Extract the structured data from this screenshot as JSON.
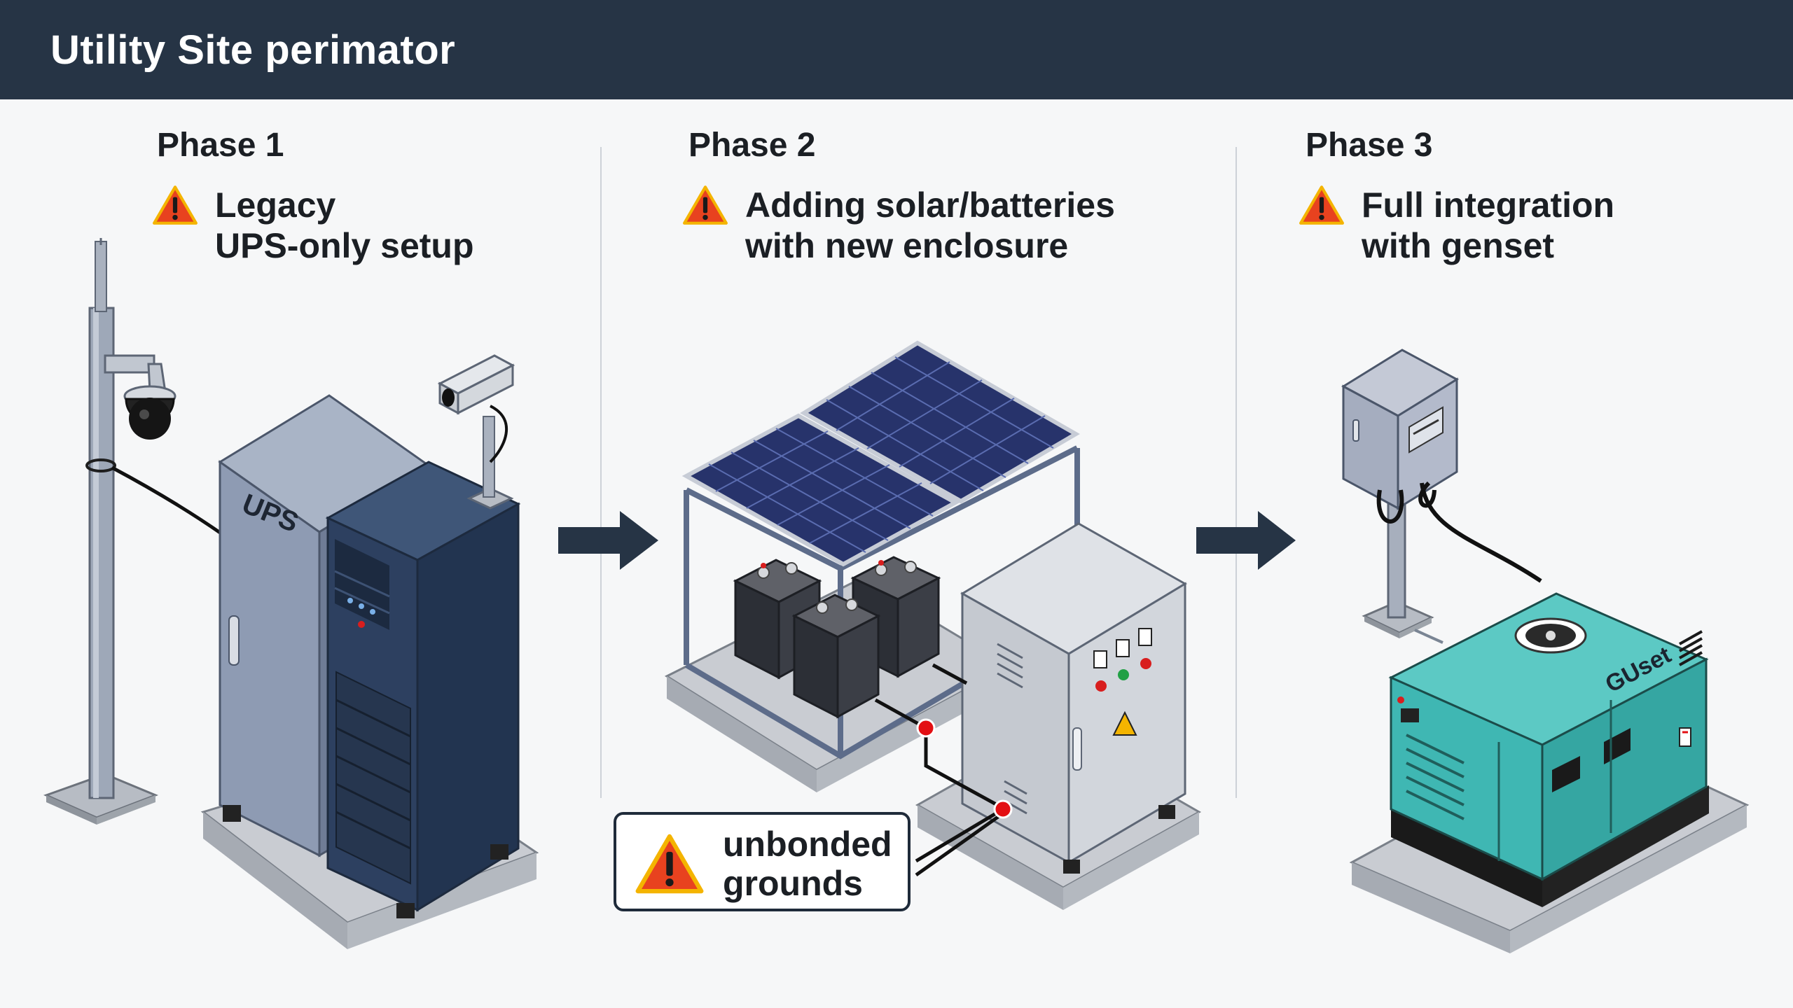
{
  "header": {
    "title": "Utility Site perimator"
  },
  "phases": [
    {
      "label": "Phase 1",
      "desc_line1": "Legacy",
      "desc_line2": "UPS-only setup"
    },
    {
      "label": "Phase 2",
      "desc_line1": "Adding solar/batteries",
      "desc_line2": "with new enclosure"
    },
    {
      "label": "Phase 3",
      "desc_line1": "Full integration",
      "desc_line2": "with genset"
    }
  ],
  "labels": {
    "ups": "UPS",
    "genset": "GUset"
  },
  "callout": {
    "line1": "unbonded",
    "line2": "grounds"
  },
  "icons": {
    "warning": "warning-triangle-icon",
    "arrow": "arrow-right-icon"
  },
  "colors": {
    "header_bg": "#263445",
    "warning_fill": "#e8421f",
    "warning_stroke": "#f4b400",
    "fault_dot": "#e30f13",
    "genset": "#3fb7b3",
    "ups_front": "#8e9bb3",
    "ups_dark": "#2d4060",
    "solar_panel": "#27336b"
  }
}
